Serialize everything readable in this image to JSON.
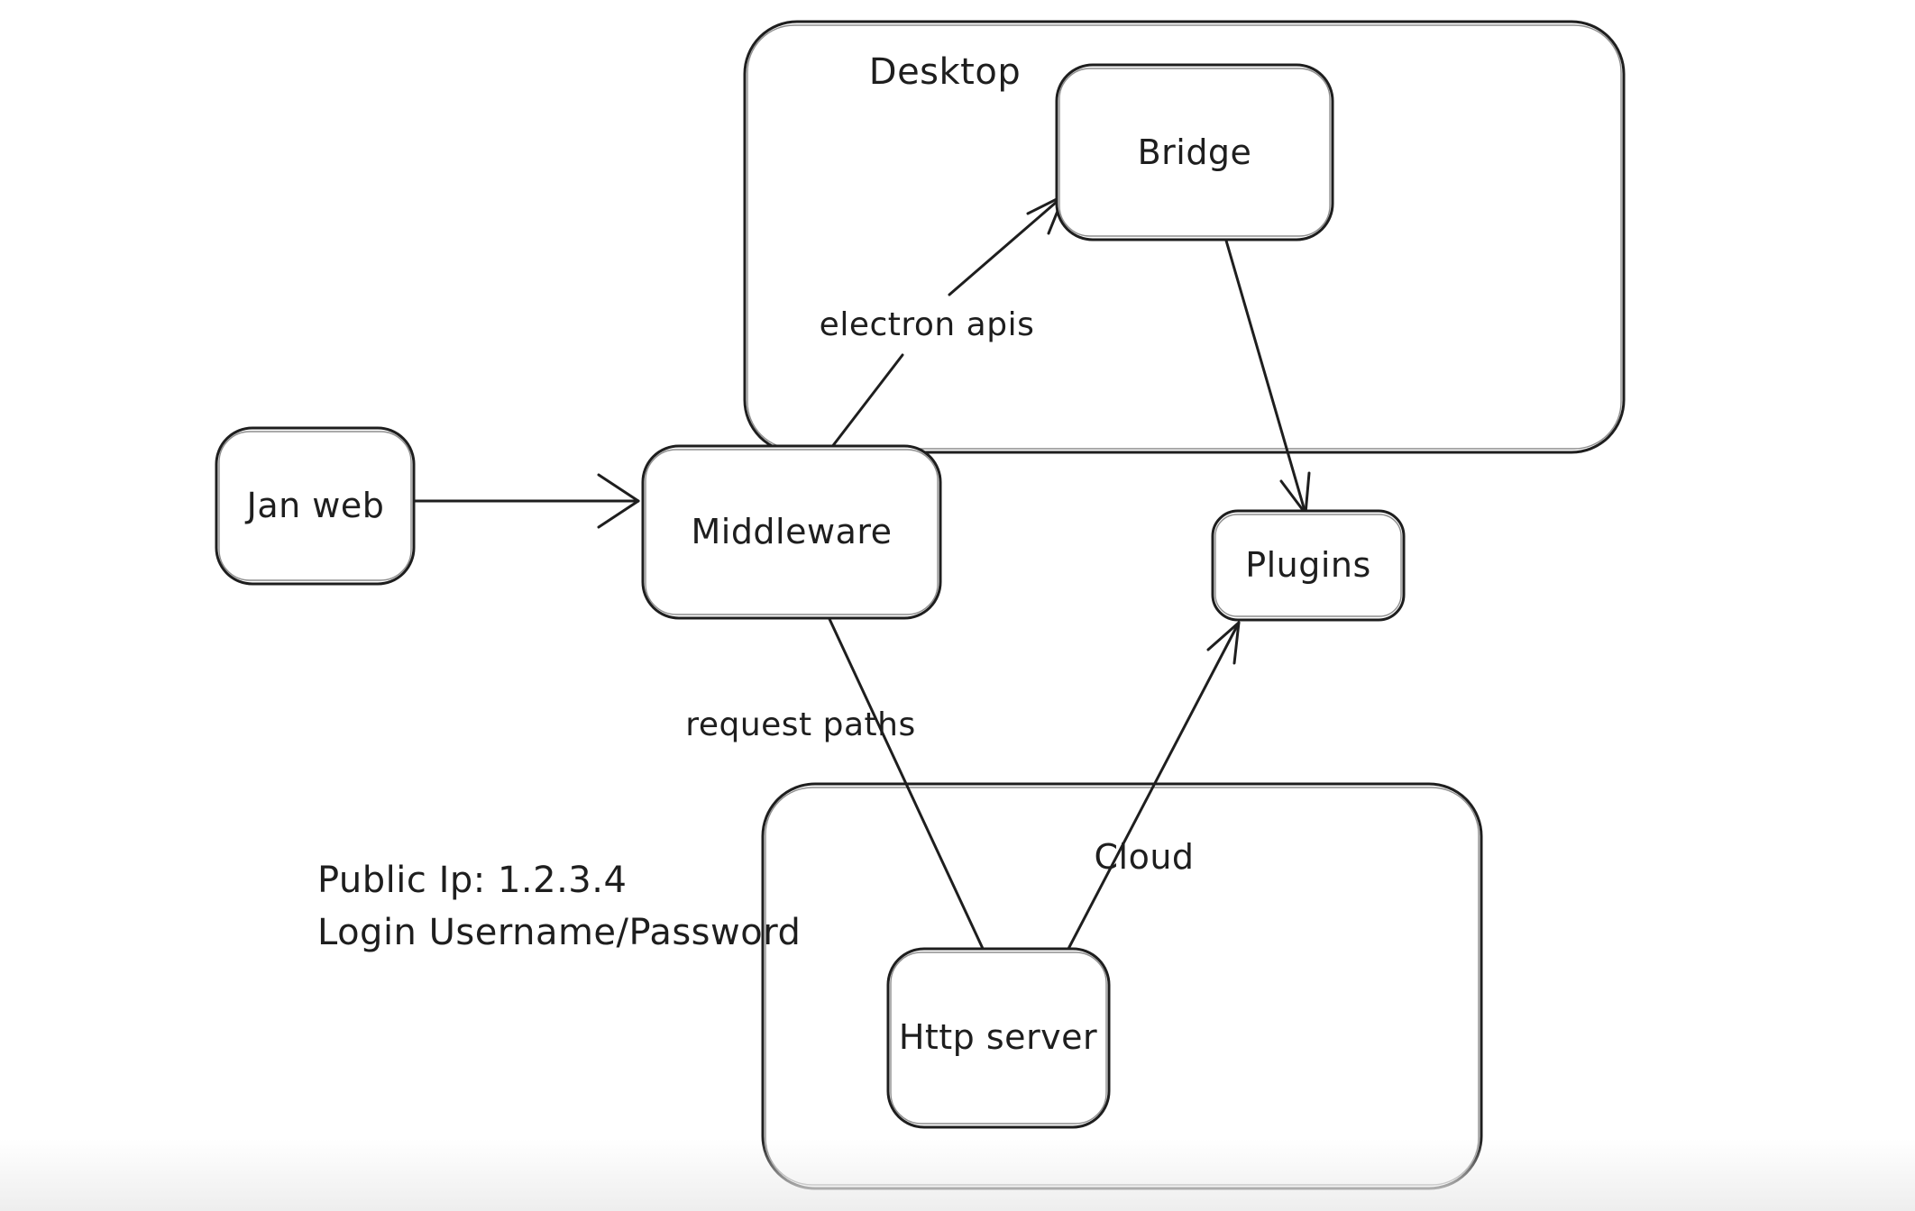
{
  "theme": {
    "background": "#ffffff",
    "stroke": "#1e1e1e",
    "fade": "#eeeeee"
  },
  "diagram": {
    "containers": [
      {
        "id": "desktop",
        "label": "Desktop"
      },
      {
        "id": "cloud",
        "label": "Cloud"
      }
    ],
    "nodes": [
      {
        "id": "jan-web",
        "label": "Jan web"
      },
      {
        "id": "middleware",
        "label": "Middleware"
      },
      {
        "id": "bridge",
        "label": "Bridge"
      },
      {
        "id": "plugins",
        "label": "Plugins"
      },
      {
        "id": "http-server",
        "label": "Http server"
      }
    ],
    "edges": [
      {
        "from": "jan-web",
        "to": "middleware",
        "label": ""
      },
      {
        "from": "middleware",
        "to": "bridge",
        "label": "electron apis"
      },
      {
        "from": "bridge",
        "to": "plugins",
        "label": ""
      },
      {
        "from": "middleware",
        "to": "http-server",
        "label": "request paths"
      },
      {
        "from": "http-server",
        "to": "plugins",
        "label": ""
      }
    ],
    "notes": {
      "line1": "Public Ip: 1.2.3.4",
      "line2": "Login Username/Password"
    }
  }
}
